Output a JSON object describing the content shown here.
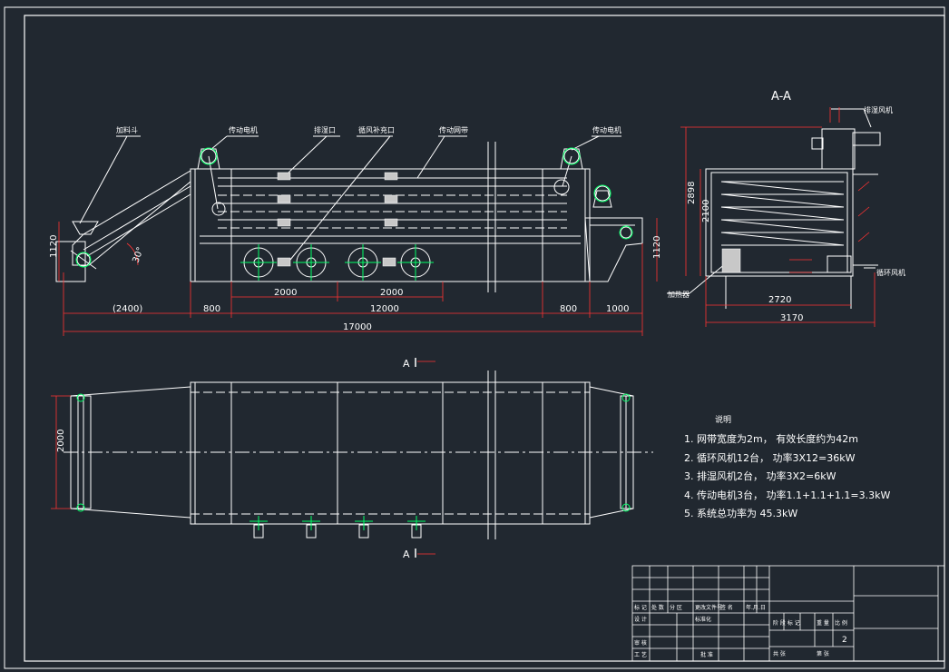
{
  "labels": {
    "section_title": "A-A",
    "feed_hopper": "加料斗",
    "drive_motor_left": "传动电机",
    "drive_motor_right": "传动电机",
    "exhaust_port": "排湿口",
    "fan_makeup": "循风补充口",
    "drive_belt": "传动网带",
    "exhaust_fan": "排湿风机",
    "circ_fan": "循环风机",
    "heater": "加热器",
    "angle": "30°",
    "section_mark_top": "A",
    "section_mark_bottom": "A"
  },
  "dimensions": {
    "h1120_left": "1120",
    "h1120_right": "1120",
    "d2000_a": "2000",
    "d2000_b": "2000",
    "d2400": "(2400)",
    "d800_left": "800",
    "d12000": "12000",
    "d800_right": "800",
    "d1000": "1000",
    "d17000": "17000",
    "d2898": "2898",
    "d2100": "2100",
    "d2720": "2720",
    "d3170": "3170",
    "d2000_plan": "2000"
  },
  "notes": {
    "title": "说明",
    "items": [
      "1.  网带宽度为2m， 有效长度约为42m",
      "2.  循环风机12台， 功率3X12=36kW",
      "3.  排湿风机2台， 功率3X2=6kW",
      "4.  传动电机3台， 功率1.1+1.1+1.1=3.3kW",
      "5.  系统总功率为  45.3kW"
    ]
  },
  "title_block": {
    "row_headers": [
      "标 记",
      "处 数",
      "分 区",
      "更改文件号",
      "签 名",
      "年.月.日"
    ],
    "designer": "设 计",
    "standardize": "标准化",
    "review": "审 核",
    "process": "工 艺",
    "approve": "批 准",
    "stage": "阶 段 标 记",
    "weight": "重 量",
    "scale": "比 例",
    "scale_value": "2",
    "sheets_total": "共    张",
    "sheet_no": "第    张"
  },
  "colors": {
    "background": "#212830",
    "line": "#ffffff",
    "dimension": "#ff3333",
    "center": "#00ff66",
    "hatch": "#c8c8c8"
  }
}
